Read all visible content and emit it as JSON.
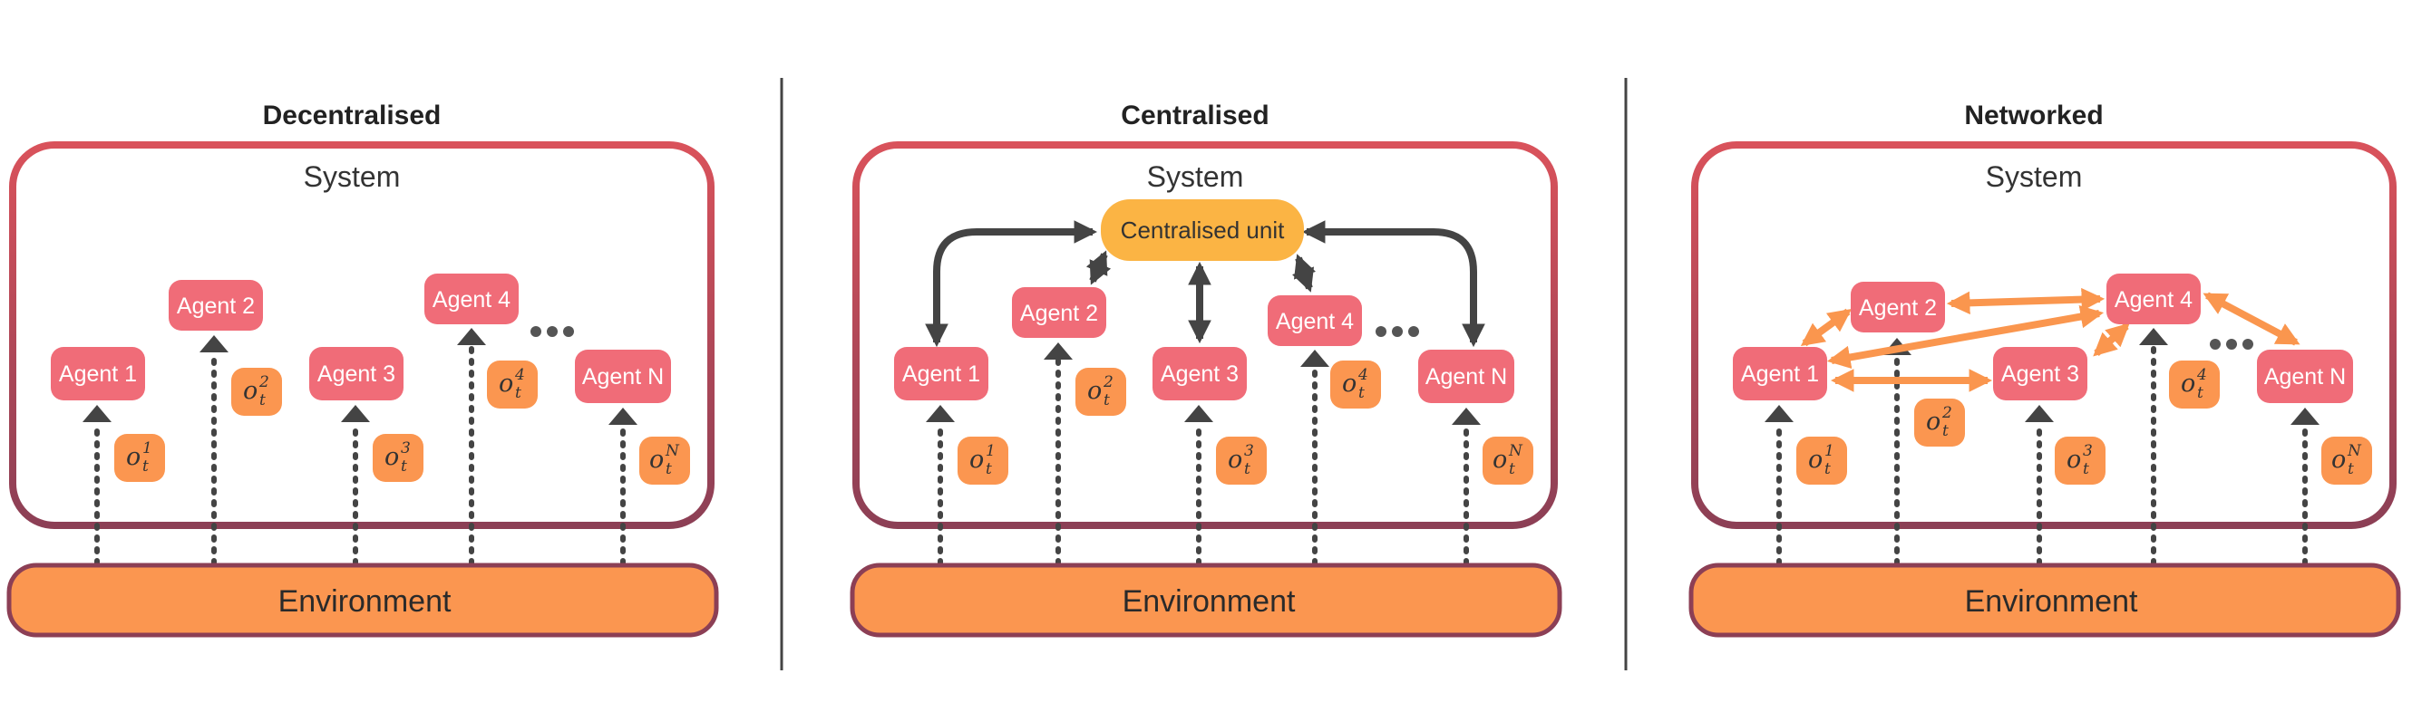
{
  "panels": [
    {
      "id": "decentralised",
      "title": "Decentralised",
      "system_label": "System",
      "environment_label": "Environment",
      "agents": [
        "Agent 1",
        "Agent 2",
        "Agent 3",
        "Agent 4",
        "Agent N"
      ],
      "observations": [
        {
          "base": "o",
          "sub": "t",
          "sup": "1"
        },
        {
          "base": "o",
          "sub": "t",
          "sup": "2"
        },
        {
          "base": "o",
          "sub": "t",
          "sup": "3"
        },
        {
          "base": "o",
          "sub": "t",
          "sup": "4"
        },
        {
          "base": "o",
          "sub": "t",
          "sup": "N"
        }
      ]
    },
    {
      "id": "centralised",
      "title": "Centralised",
      "system_label": "System",
      "environment_label": "Environment",
      "central_unit_label": "Centralised unit",
      "agents": [
        "Agent 1",
        "Agent 2",
        "Agent 3",
        "Agent 4",
        "Agent N"
      ],
      "observations": [
        {
          "base": "o",
          "sub": "t",
          "sup": "1"
        },
        {
          "base": "o",
          "sub": "t",
          "sup": "2"
        },
        {
          "base": "o",
          "sub": "t",
          "sup": "3"
        },
        {
          "base": "o",
          "sub": "t",
          "sup": "4"
        },
        {
          "base": "o",
          "sub": "t",
          "sup": "N"
        }
      ]
    },
    {
      "id": "networked",
      "title": "Networked",
      "system_label": "System",
      "environment_label": "Environment",
      "agents": [
        "Agent 1",
        "Agent 2",
        "Agent 3",
        "Agent 4",
        "Agent N"
      ],
      "observations": [
        {
          "base": "o",
          "sub": "t",
          "sup": "1"
        },
        {
          "base": "o",
          "sub": "t",
          "sup": "2"
        },
        {
          "base": "o",
          "sub": "t",
          "sup": "3"
        },
        {
          "base": "o",
          "sub": "t",
          "sup": "4"
        },
        {
          "base": "o",
          "sub": "t",
          "sup": "N"
        }
      ]
    }
  ],
  "colors": {
    "system_border_top": "#d9525b",
    "system_border_bottom": "#8c3f55",
    "agent_fill": "#f06c78",
    "observation_fill": "#fb9650",
    "environment_fill": "#fb9650",
    "environment_border": "#8c3f55",
    "central_unit_fill": "#fbb444",
    "dark_arrow": "#444444",
    "network_arrow": "#fa964e",
    "divider": "#444444"
  }
}
